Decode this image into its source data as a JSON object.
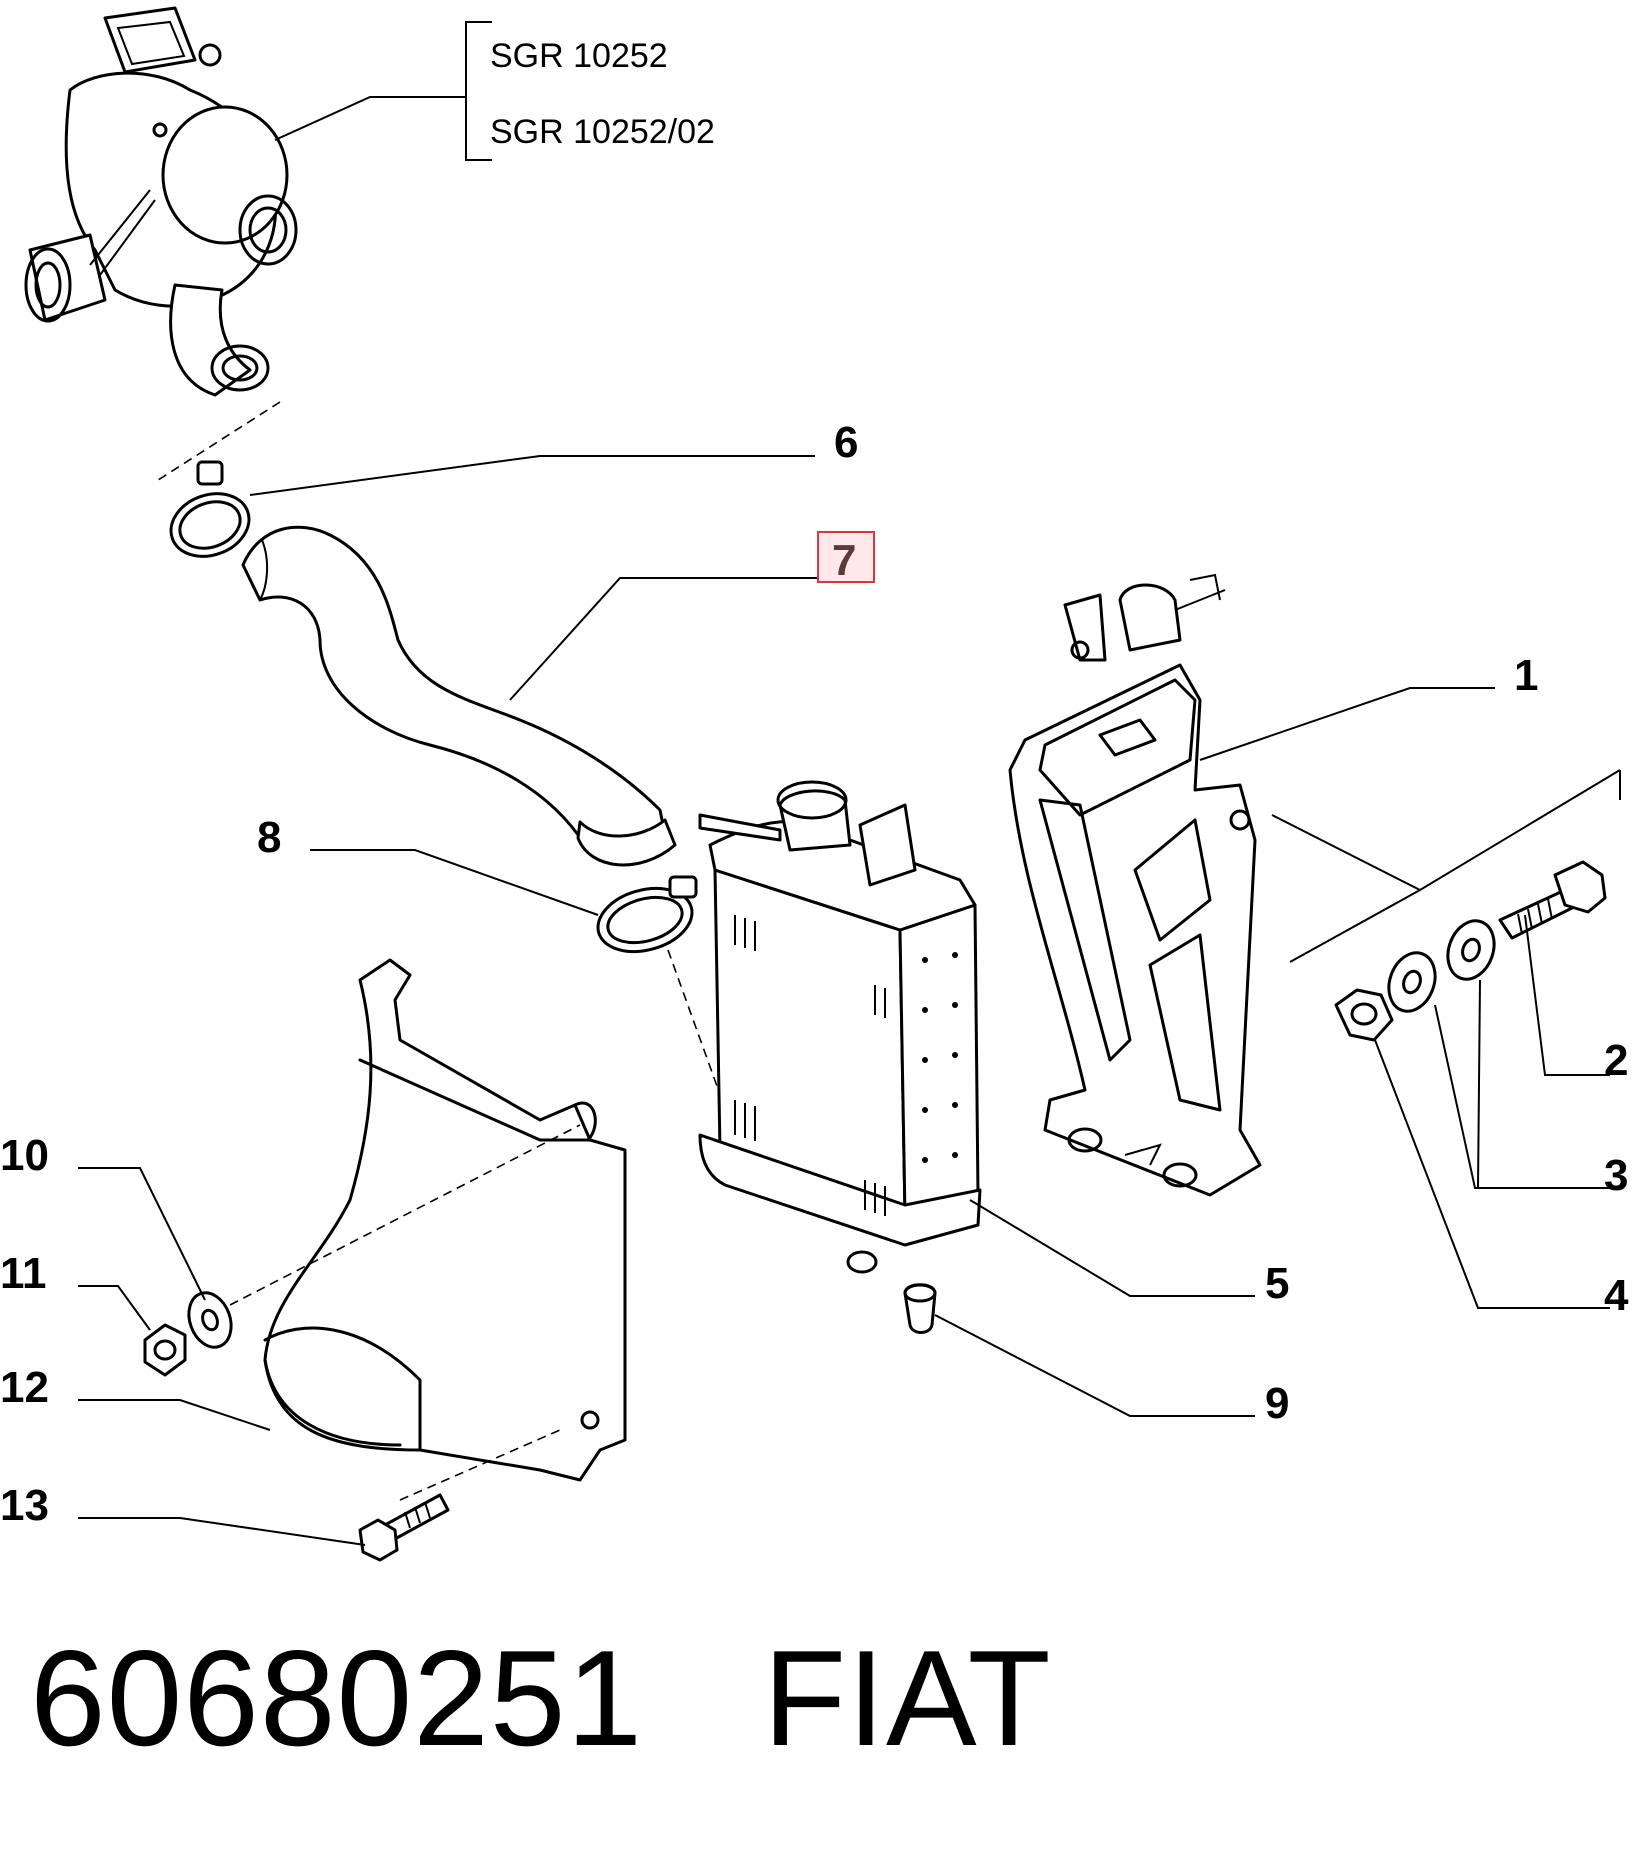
{
  "references": [
    "SGR 10252",
    "SGR 10252/02"
  ],
  "callouts": {
    "c1": "1",
    "c2": "2",
    "c3": "3",
    "c4": "4",
    "c5": "5",
    "c6": "6",
    "c7": "7",
    "c8": "8",
    "c9": "9",
    "c10": "10",
    "c11": "11",
    "c12": "12",
    "c13": "13"
  },
  "highlighted_callout": "7",
  "highlight_color": "#d9363e",
  "footer": {
    "part_number": "60680251",
    "brand": "FIAT"
  }
}
